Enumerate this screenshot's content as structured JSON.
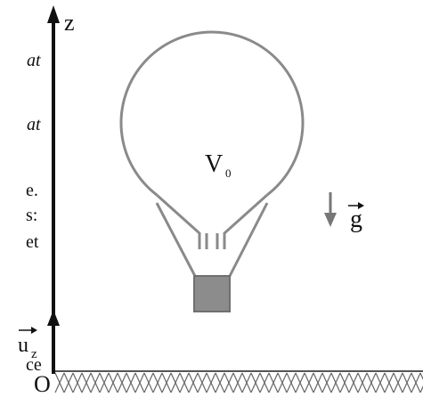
{
  "axis": {
    "z_label": "z",
    "origin_label": "O",
    "unit_vector_label": "u",
    "unit_vector_subscript": "z"
  },
  "balloon": {
    "volume_label": "V",
    "volume_subscript": "0"
  },
  "gravity": {
    "label": "g"
  },
  "cut_text": {
    "line1": "at",
    "line2": "at",
    "line3": "e.",
    "line4": "s:",
    "line5": "et",
    "line6": "ce"
  },
  "colors": {
    "axis": "#111111",
    "balloon_stroke": "#8a8a8a",
    "basket_fill": "#8c8c8c",
    "ground_hatch": "#666666"
  }
}
